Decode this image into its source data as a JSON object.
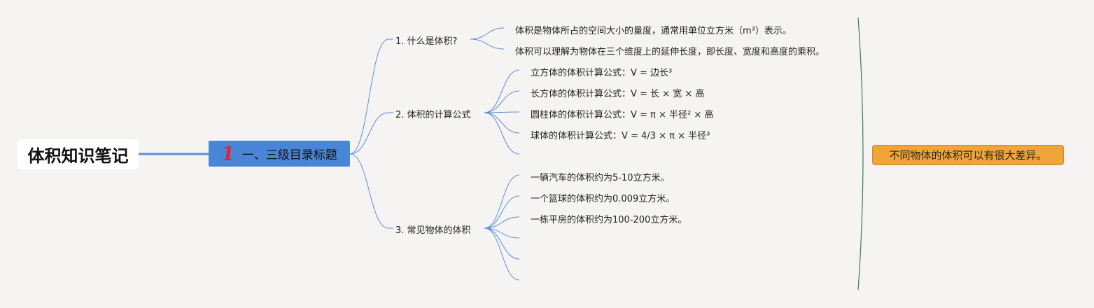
{
  "root": {
    "label": "体积知识笔记"
  },
  "main_topic": {
    "number": "1",
    "label": "一、三级目录标题"
  },
  "branches": [
    {
      "label": "1. 什么是体积?",
      "leaves": [
        "体积是物体所占的空间大小的量度，通常用单位立方米（m³）表示。",
        "体积可以理解为物体在三个维度上的延伸长度，即长度、宽度和高度的乘积。"
      ]
    },
    {
      "label": "2. 体积的计算公式",
      "leaves": [
        "立方体的体积计算公式：V = 边长³",
        "长方体的体积计算公式：V = 长 × 宽 × 高",
        "圆柱体的体积计算公式：V = π × 半径² × 高",
        "球体的体积计算公式：V = 4/3 × π × 半径³",
        ""
      ]
    },
    {
      "label": "3. 常见物体的体积",
      "leaves": [
        "一辆汽车的体积约为5-10立方米。",
        "一个篮球的体积约为0.009立方米。",
        "一栋平房的体积约为100-200立方米。",
        "",
        "",
        ""
      ]
    }
  ],
  "summary": {
    "label": "不同物体的体积可以有很大差异。"
  },
  "colors": {
    "connector": "#5b8fd6",
    "summary_bracket": "#3a7a5a",
    "main_fill": "#4a86d8",
    "number_accent": "#d62839",
    "summary_fill": "#f0a53a"
  }
}
